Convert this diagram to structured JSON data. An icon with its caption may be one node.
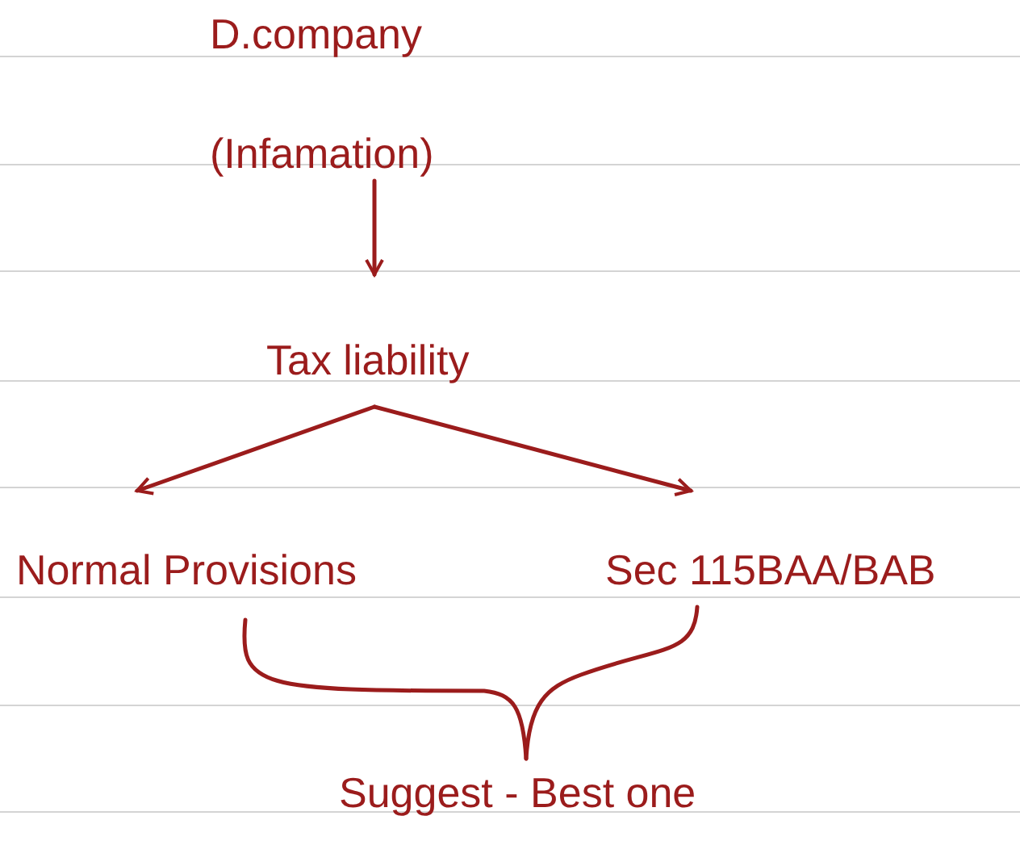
{
  "diagram": {
    "nodes": [
      {
        "text": [
          "D.company",
          "(Infamation)"
        ]
      },
      {
        "text": [
          "Tax liability"
        ]
      },
      {
        "text": [
          "Normal Provisions"
        ]
      },
      {
        "text": [
          "Sec 115BAA/BAB"
        ]
      },
      {
        "text": [
          "Suggest - Best one"
        ]
      }
    ],
    "edges": [
      {
        "from": 0,
        "to": 1,
        "arrow": "to"
      },
      {
        "from": 1,
        "to": 2,
        "arrow": "to"
      },
      {
        "from": 1,
        "to": 3,
        "arrow": "to"
      },
      {
        "from": 2,
        "to": 4,
        "arrow": "none"
      },
      {
        "from": 3,
        "to": 4,
        "arrow": "none"
      }
    ]
  }
}
